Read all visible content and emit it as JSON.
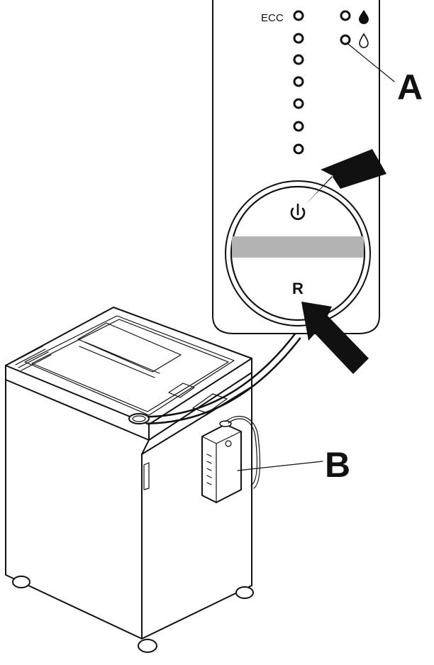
{
  "panel": {
    "led_label": "ECC",
    "button_upper_symbol": "power-icon",
    "button_lower_label": "R",
    "indicators": [
      "water-drop-filled-icon",
      "water-drop-outline-icon"
    ]
  },
  "callouts": {
    "a_label": "A",
    "b_label": "B"
  },
  "colors": {
    "line": "#111111",
    "background": "#ffffff",
    "button_band": "#b3b3b3"
  }
}
